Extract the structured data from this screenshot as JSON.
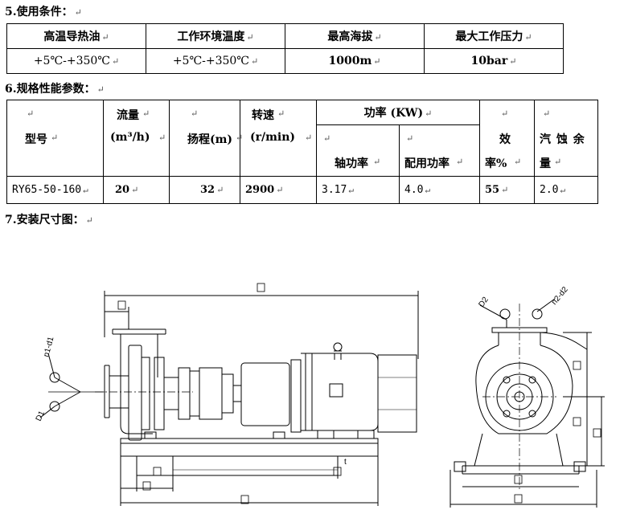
{
  "section5": {
    "title": "5.使用条件：",
    "mark": "↵"
  },
  "conditions": {
    "headers": [
      "高温导热油",
      "工作环境温度",
      "最高海拔",
      "最大工作压力"
    ],
    "values": [
      "+5℃-+350℃",
      "+5℃-+350℃",
      "1000m",
      "10bar"
    ],
    "mark": "↵"
  },
  "section6": {
    "title": "6.规格性能参数：",
    "mark": "↵"
  },
  "specs": {
    "h_model": "型号",
    "h_flow": "流量",
    "h_flow_unit": "(m³/h)",
    "h_head": "扬程(m)",
    "h_speed": "转速",
    "h_speed_unit": "(r/min)",
    "h_power": "功率 (KW)",
    "h_shaft_power": "轴功率",
    "h_motor_power": "配用功率",
    "h_eff_1": "效",
    "h_eff_2": "率%",
    "h_npsh_1": "汽 蚀 余",
    "h_npsh_2": "量",
    "row": {
      "model": "RY65-50-160",
      "flow": "20",
      "head": "32",
      "speed": "2900",
      "shaft_power": "3.17",
      "motor_power": "4.0",
      "efficiency": "55",
      "npsh": "2.0"
    },
    "mark": "↵"
  },
  "section7": {
    "title": "7.安装尺寸图：",
    "mark": "↵"
  },
  "drawing": {
    "label_n1d1": "n1-d1",
    "label_d1": "D1",
    "label_d2": "D2",
    "label_n2d2": "n2-d2",
    "label_t": "t"
  }
}
